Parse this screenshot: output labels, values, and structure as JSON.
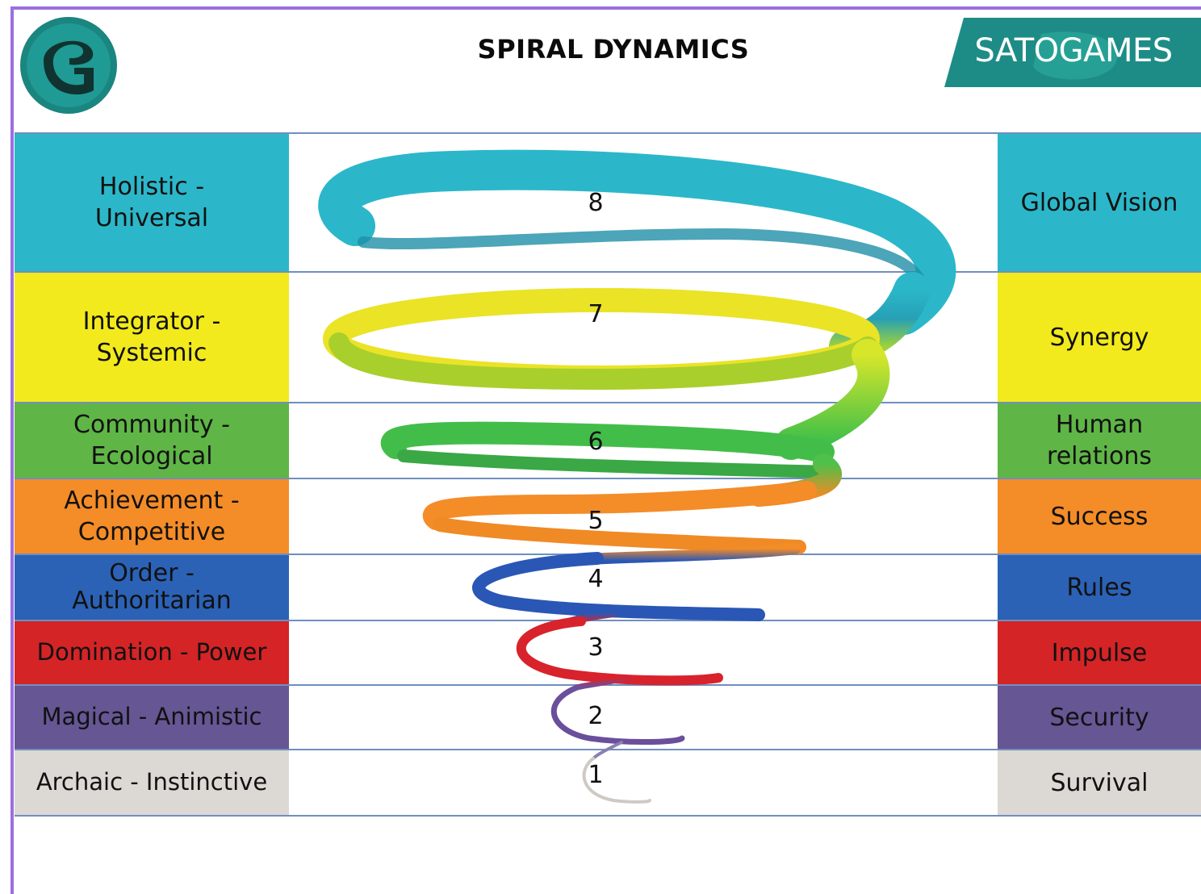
{
  "title": "SPIRAL DYNAMICS",
  "brand": {
    "name": "SATOGAMES",
    "logo_icon": "sg-circle-logo-icon",
    "color": "#1e8c86"
  },
  "levels": [
    {
      "num": "8",
      "left": "Holistic   - Universal",
      "right": "Global Vision",
      "color": "#2bb7c9"
    },
    {
      "num": "7",
      "left": "Integrator - Systemic",
      "right": "Synergy",
      "color": "#f2ea1c"
    },
    {
      "num": "6",
      "left": "Community - Ecological",
      "right": "Human relations",
      "color": "#5fb546"
    },
    {
      "num": "5",
      "left": "Achievement - Competitive",
      "right": "Success",
      "color": "#f48c28"
    },
    {
      "num": "4",
      "left": "Order - Authoritarian",
      "right": "Rules",
      "color": "#2b62b6"
    },
    {
      "num": "3",
      "left": "Domination - Power",
      "right": "Impulse",
      "color": "#d42426"
    },
    {
      "num": "2",
      "left": "Magical - Animistic",
      "right": "Security",
      "color": "#665694"
    },
    {
      "num": "1",
      "left": "Archaic - Instinctive",
      "right": "Survival",
      "color": "#dcd9d5"
    }
  ]
}
